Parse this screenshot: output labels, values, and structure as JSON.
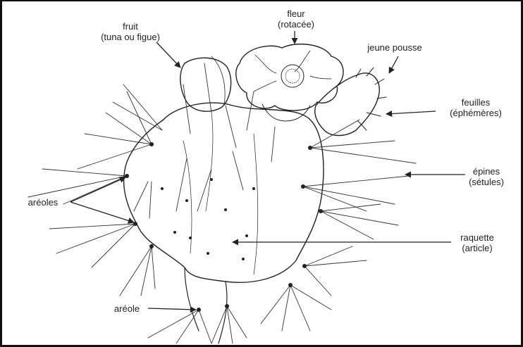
{
  "labels": {
    "fruit": {
      "line1": "fruit",
      "line2": "(tuna ou figue)"
    },
    "fleur": {
      "line1": "fleur",
      "line2": "(rotacée)"
    },
    "jeune_pousse": {
      "line1": "jeune pousse"
    },
    "feuilles": {
      "line1": "feuilles",
      "line2": "(éphémères)"
    },
    "epines": {
      "line1": "épines",
      "line2": "(sétules)"
    },
    "areoles": {
      "line1": "aréoles"
    },
    "raquette": {
      "line1": "raquette",
      "line2": "(article)"
    },
    "areole": {
      "line1": "aréole"
    }
  },
  "colors": {
    "ink": "#222222",
    "background": "#ffffff"
  }
}
